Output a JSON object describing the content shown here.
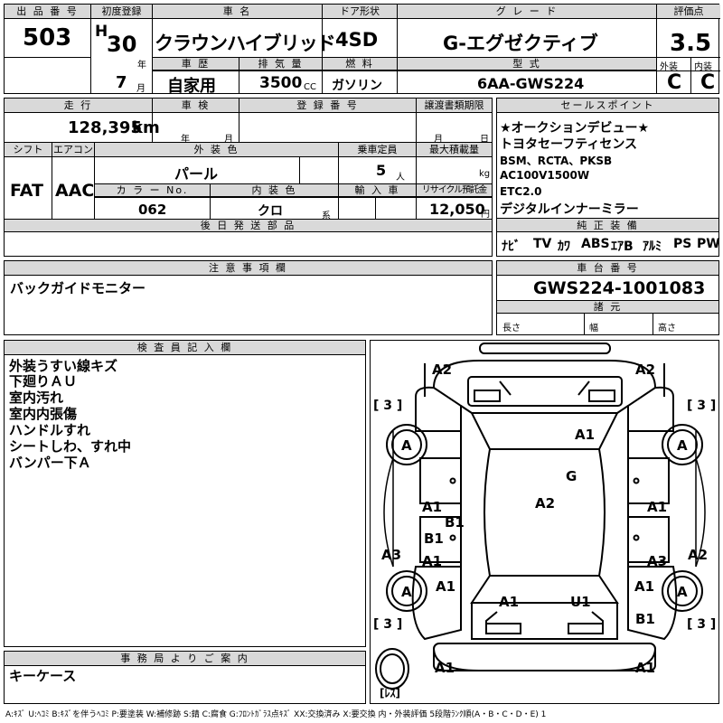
{
  "header": {
    "lot_label": "出 品 番 号",
    "lot_value": "503",
    "first_reg_label": "初度登録",
    "era": "H",
    "year": "30",
    "year_unit": "年",
    "month": "7",
    "month_unit": "月",
    "name_label": "車 名",
    "name_value": "クラウンハイブリッド",
    "doors_label": "ドア形状",
    "doors_value": "4SD",
    "grade_label": "グ レ ー ド",
    "grade_value": "G-エグゼクティブ",
    "eval_label": "評価点",
    "eval_value": "3.5",
    "history_label": "車 歴",
    "history_value": "自家用",
    "disp_label": "排 気 量",
    "disp_value": "3500",
    "disp_unit": "CC",
    "fuel_label": "燃 料",
    "fuel_value": "ガソリン",
    "model_label": "型 式",
    "model_value": "6AA-GWS224",
    "ext_label": "外装",
    "ext_value": "C",
    "int_label": "内装",
    "int_value": "C"
  },
  "spec": {
    "mileage_label": "走 行",
    "mileage_value": "128,395",
    "mileage_unit": "km",
    "inspection_label": "車 検",
    "insp_year": "年",
    "insp_month": "月",
    "reg_label": "登 録 番 号",
    "transfer_label": "譲渡書類期限",
    "tr_month": "月",
    "tr_day": "日",
    "shift_label": "シフト",
    "shift_value": "FAT",
    "ac_label": "エアコン",
    "ac_value": "AAC",
    "color_label": "外 装 色",
    "color_value": "パール",
    "capacity_label": "乗車定員",
    "capacity_value": "5",
    "capacity_unit": "人",
    "load_label": "最大積載量",
    "load_unit": "kg",
    "color_no_label": "カ ラ ー No.",
    "color_no_value": "062",
    "int_color_label": "内 装 色",
    "int_color_value": "クロ",
    "int_color_unit": "系",
    "import_label": "輸 入 車",
    "recycle_label": "リサイクル預託金",
    "recycle_value": "12,050",
    "recycle_unit": "円",
    "later_label": "後 日 発 送 部 品"
  },
  "sales": {
    "label": "セールスポイント",
    "lines": [
      "★オークションデビュー★",
      "トヨタセーフティセンス",
      "BSM、RCTA、PKSB",
      "AC100V1500W",
      "ETC2.0",
      "デジタルインナーミラー"
    ]
  },
  "equipment": {
    "label": "純 正 装 備",
    "items": [
      "ﾅﾋﾞ",
      "TV",
      "ｶﾜ",
      "ABS",
      "ｴｱB",
      "ｱﾙﾐ",
      "PS",
      "PW"
    ]
  },
  "caution": {
    "label": "注 意 事 項 欄",
    "text": "バックガイドモニター"
  },
  "chassis": {
    "label": "車 台 番 号",
    "value": "GWS224-1001083",
    "dims_label": "諸 元",
    "length": "長さ",
    "width": "幅",
    "height": "高さ"
  },
  "inspector": {
    "label": "検 査 員 記 入 欄",
    "lines": [
      "外装うすい線キズ",
      "下廻りＡＵ",
      "室内汚れ",
      "室内内張傷",
      "ハンドルすれ",
      "シートしわ、すれ中",
      "バンパー下Ａ"
    ]
  },
  "office": {
    "label": "事 務 局 よ り ご 案 内",
    "text": "キーケース"
  },
  "diagram": {
    "tire_marks": [
      "[ 3 ]",
      "[ 3 ]",
      "[ 3 ]",
      "[ 3 ]"
    ],
    "tire_grades": [
      "A",
      "A",
      "A",
      "A"
    ],
    "spare_label": "[ﾚｽ]",
    "codes": {
      "fl_top": "A2",
      "fr_top": "A2",
      "roof": "A1",
      "glass": "G",
      "center": "A2",
      "l1": "A1",
      "l2": "B1",
      "l3": "B1",
      "l4": "A1",
      "l_quarter": "A3",
      "l_rear": "A1",
      "r1": "A1",
      "r_quarter": "A3",
      "r_side": "A2",
      "r_rear": "A1",
      "r_rear2": "B1",
      "trunk_l": "A1",
      "trunk_r": "U1",
      "bottom_l": "A1",
      "bottom_r": "A1"
    }
  },
  "legend": "A:ｷｽﾞ U:ﾍｺﾐ B:ｷｽﾞを伴うﾍｺﾐ P:要塗装 W:補修跡 S:錆 C:腐食 G:ﾌﾛﾝﾄｶﾞﾗｽ点ｷｽﾞ XX:交換済み X:要交換 内・外装評価 5段階ﾗﾝｸ順(A・B・C・D・E) 1"
}
